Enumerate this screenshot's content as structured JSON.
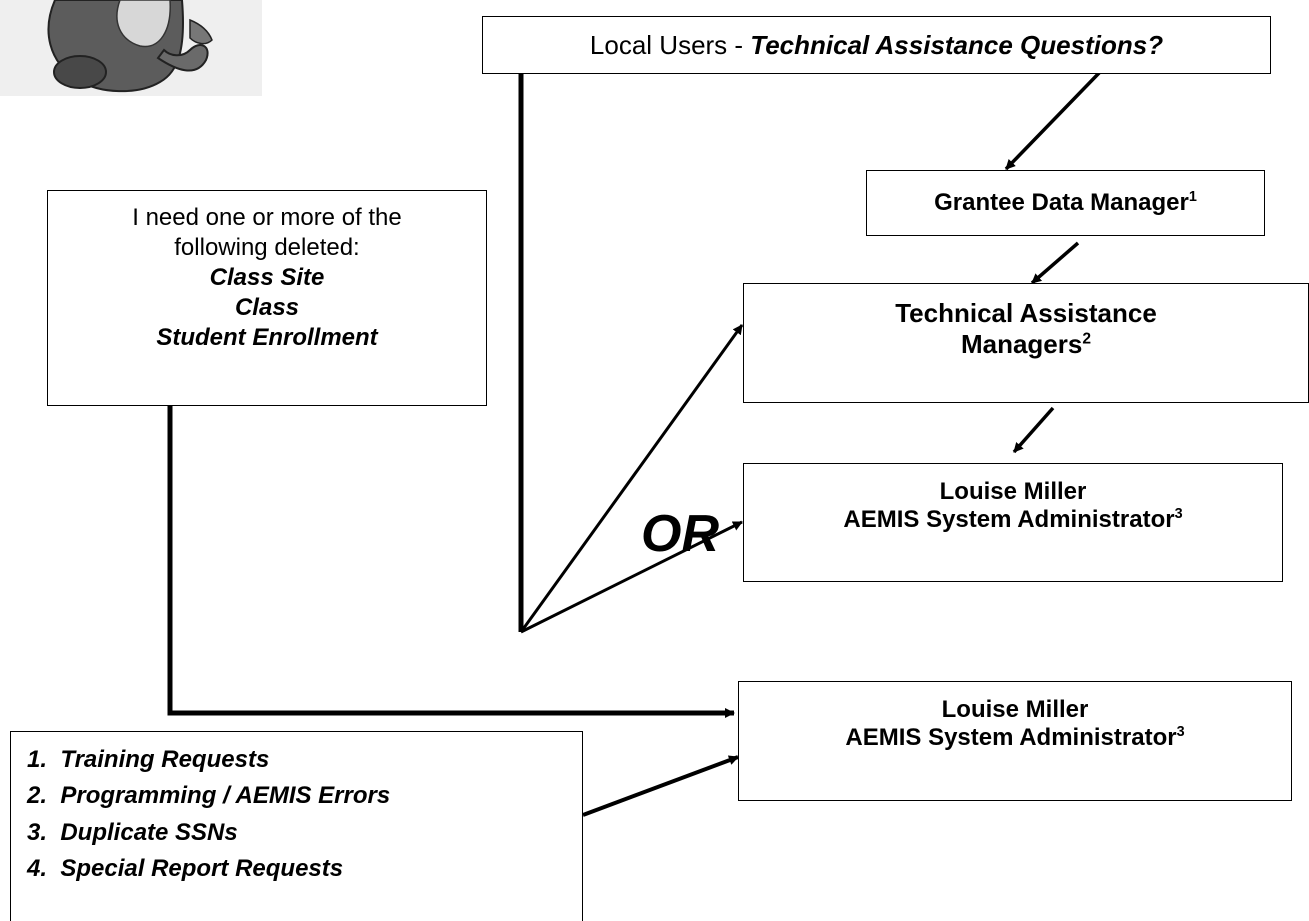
{
  "boxes": {
    "local_users": {
      "prefix": "Local Users - ",
      "emphasis": "Technical Assistance Questions",
      "suffix": "?"
    },
    "grantee": {
      "title": "Grantee Data Manager",
      "sup": "1"
    },
    "ta_managers": {
      "line1": "Technical Assistance",
      "line2": "Managers",
      "sup": "2"
    },
    "admin_top": {
      "line1": "Louise Miller",
      "line2": "AEMIS System Administrator",
      "sup": "3"
    },
    "delete_request": {
      "line1": "I need one or more of the",
      "line2": "following deleted:",
      "items": [
        "Class Site",
        "Class",
        "Student Enrollment"
      ]
    },
    "admin_bottom": {
      "line1": "Louise Miller",
      "line2": "AEMIS System Administrator",
      "sup": "3"
    },
    "requests_list": {
      "items": [
        "1.  Training Requests",
        "2.  Programming / AEMIS Errors",
        "3.  Duplicate SSNs",
        "4.  Special Report Requests"
      ]
    }
  },
  "or_label": "OR",
  "colors": {
    "line": "#000000",
    "background": "#ffffff"
  }
}
